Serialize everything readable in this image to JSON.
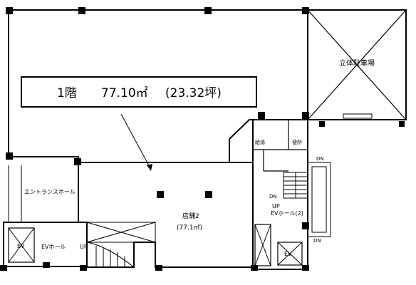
{
  "banner": {
    "floor": "1階",
    "area_sqm": "77.10㎡",
    "area_tsubo": "(23.32坪)"
  },
  "rooms": {
    "parking": "立体駐車場",
    "store": "店舗2",
    "store_area": "(77.1㎡)",
    "entrance_hall": "エントランスホール",
    "ev_hall_left": "EVホール",
    "ev_hall_right": "EVホール(2)",
    "kitchenette": "給湯",
    "toilet": "便所"
  },
  "markers": {
    "up_left": "UP",
    "up_right": "UP",
    "dn_right": "DN",
    "dn_top": "DN",
    "dn_bottom": "DN",
    "ev_left": "EV",
    "ev_right": "EV"
  }
}
